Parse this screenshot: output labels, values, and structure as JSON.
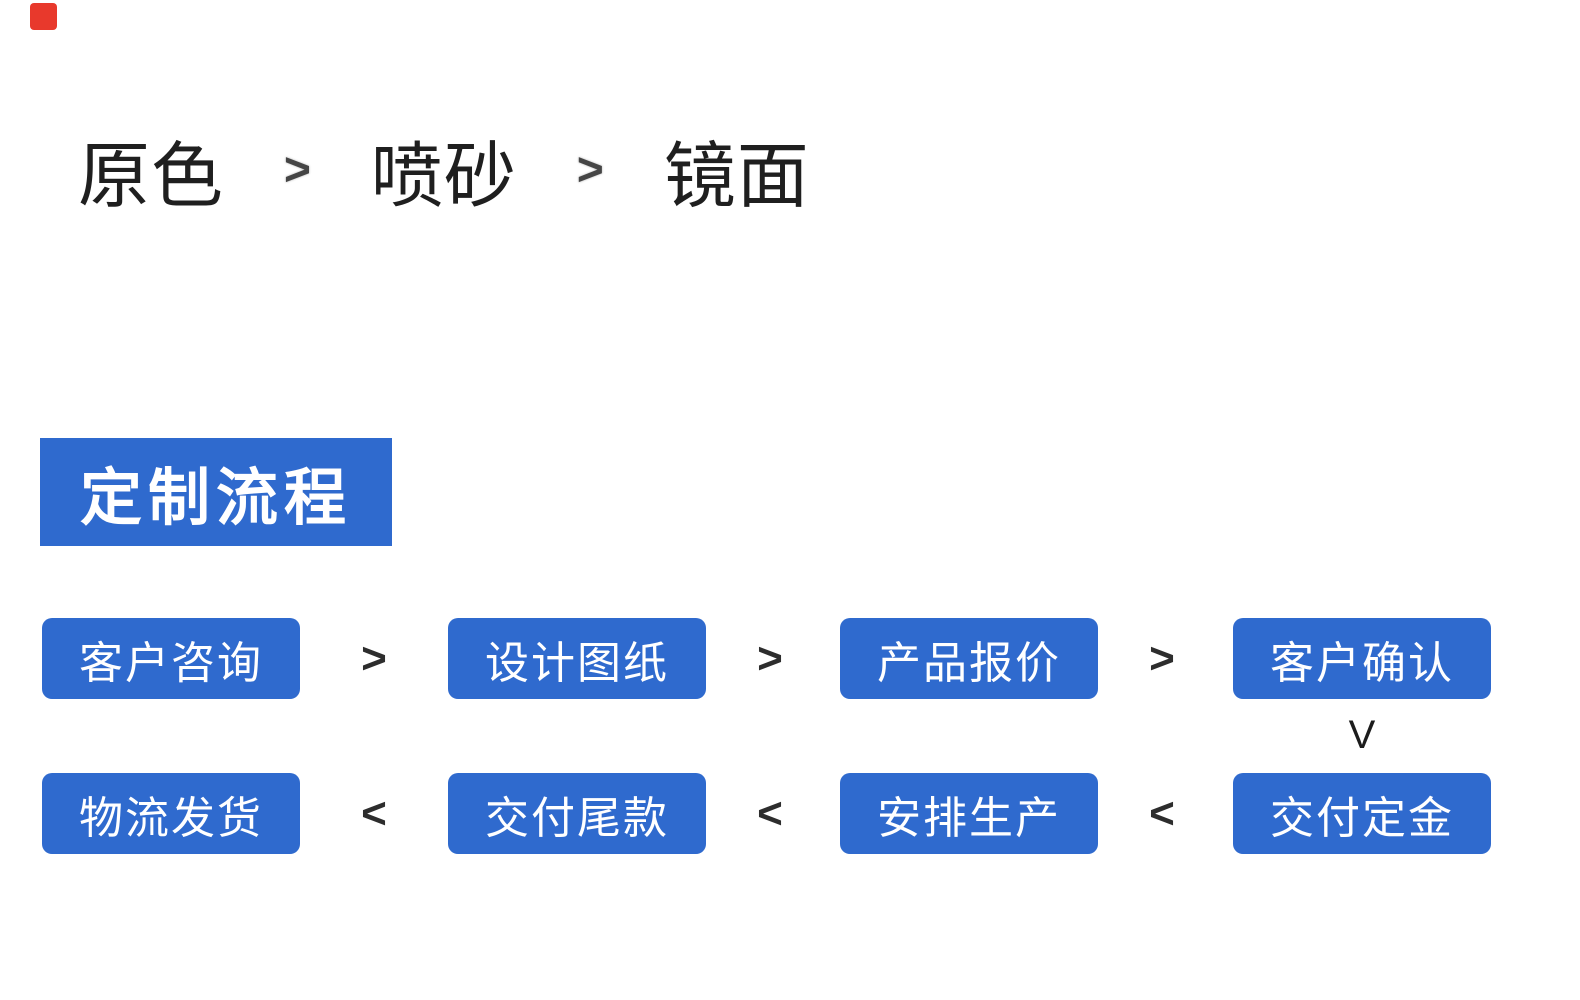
{
  "colors": {
    "accent_blue": "#2f6ace",
    "red_badge": "#e8392c",
    "text_dark": "#1f1f1f",
    "arrow_dark": "#2d2d2d",
    "step_text": "#ffffff"
  },
  "finish_options": {
    "items": [
      "原色",
      "喷砂",
      "镜面"
    ],
    "separator": ">"
  },
  "section": {
    "title": "定制流程"
  },
  "process_flow": {
    "row1": {
      "separator": ">",
      "steps": [
        "客户咨询",
        "设计图纸",
        "产品报价",
        "客户确认"
      ]
    },
    "down_connector": "V",
    "row2": {
      "separator": "<",
      "steps": [
        "物流发货",
        "交付尾款",
        "安排生产",
        "交付定金"
      ]
    }
  }
}
